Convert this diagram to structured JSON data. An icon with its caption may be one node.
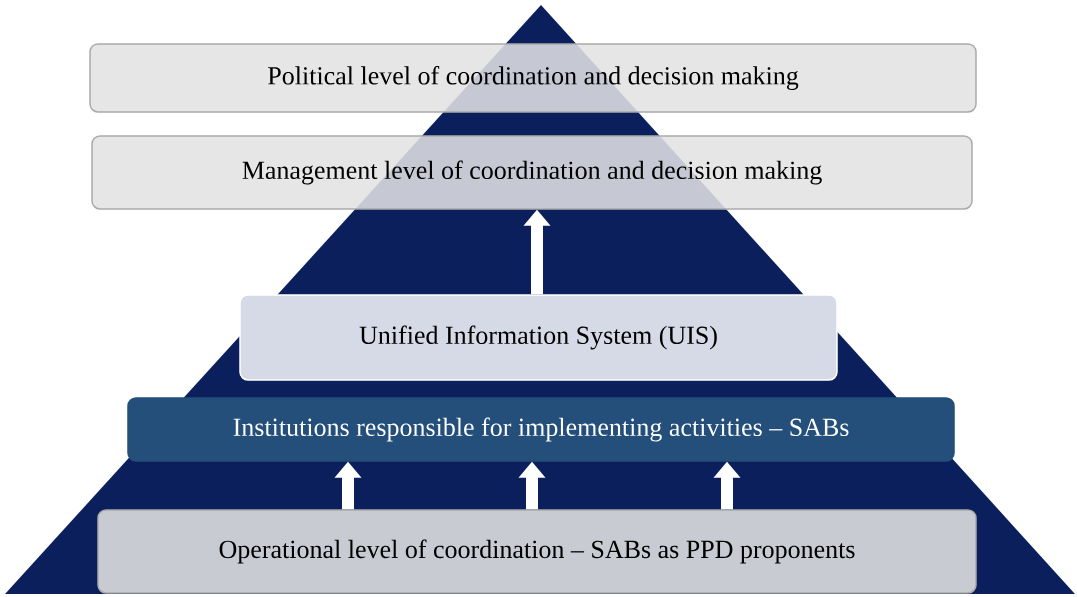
{
  "diagram": {
    "nodes": [
      {
        "text": [
          "Political level of coordination and decision making"
        ]
      },
      {
        "text": [
          "Management level of coordination and decision making"
        ]
      },
      {
        "text": [
          "Unified Information System (UIS)"
        ]
      },
      {
        "text": [
          "Institutions responsible for implementing activities – SABs"
        ]
      },
      {
        "text": [
          "Operational level of coordination – SABs as PPD proponents"
        ]
      }
    ],
    "edges": [
      {
        "from": 2,
        "to": 1,
        "arrow": "to"
      },
      {
        "from": 4,
        "to": 3,
        "arrow": "to"
      },
      {
        "from": 4,
        "to": 3,
        "arrow": "to"
      },
      {
        "from": 4,
        "to": 3,
        "arrow": "to"
      }
    ]
  }
}
